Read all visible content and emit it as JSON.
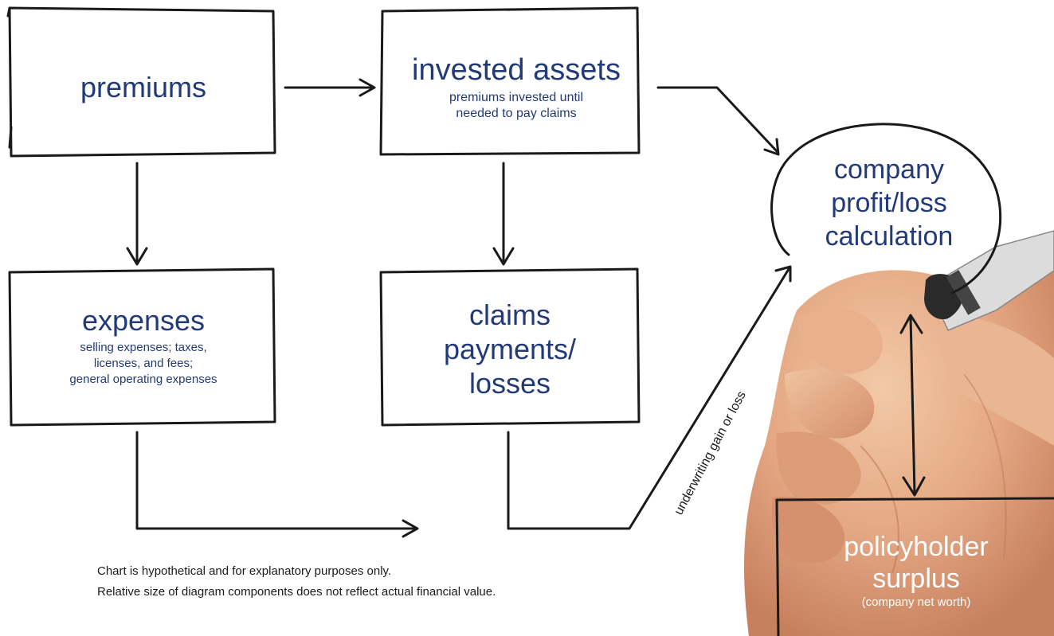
{
  "boxes": {
    "premiums": {
      "title": "premiums"
    },
    "invested_assets": {
      "title": "invested assets",
      "sub": [
        "premiums invested until",
        "needed to pay claims"
      ]
    },
    "expenses": {
      "title": "expenses",
      "sub": [
        "selling expenses; taxes,",
        "licenses, and fees;",
        "general operating expenses"
      ]
    },
    "claims": {
      "title": [
        "claims",
        "payments/",
        "losses"
      ]
    },
    "profit": {
      "title": [
        "company",
        "profit/loss",
        "calculation"
      ]
    },
    "surplus": {
      "title": [
        "policyholder",
        "surplus"
      ],
      "sub": "(company net worth)"
    }
  },
  "edge_label": "underwriting gain or loss",
  "footnotes": [
    "Chart is hypothetical and for explanatory purposes only.",
    "Relative size of diagram components does not reflect actual financial value."
  ]
}
